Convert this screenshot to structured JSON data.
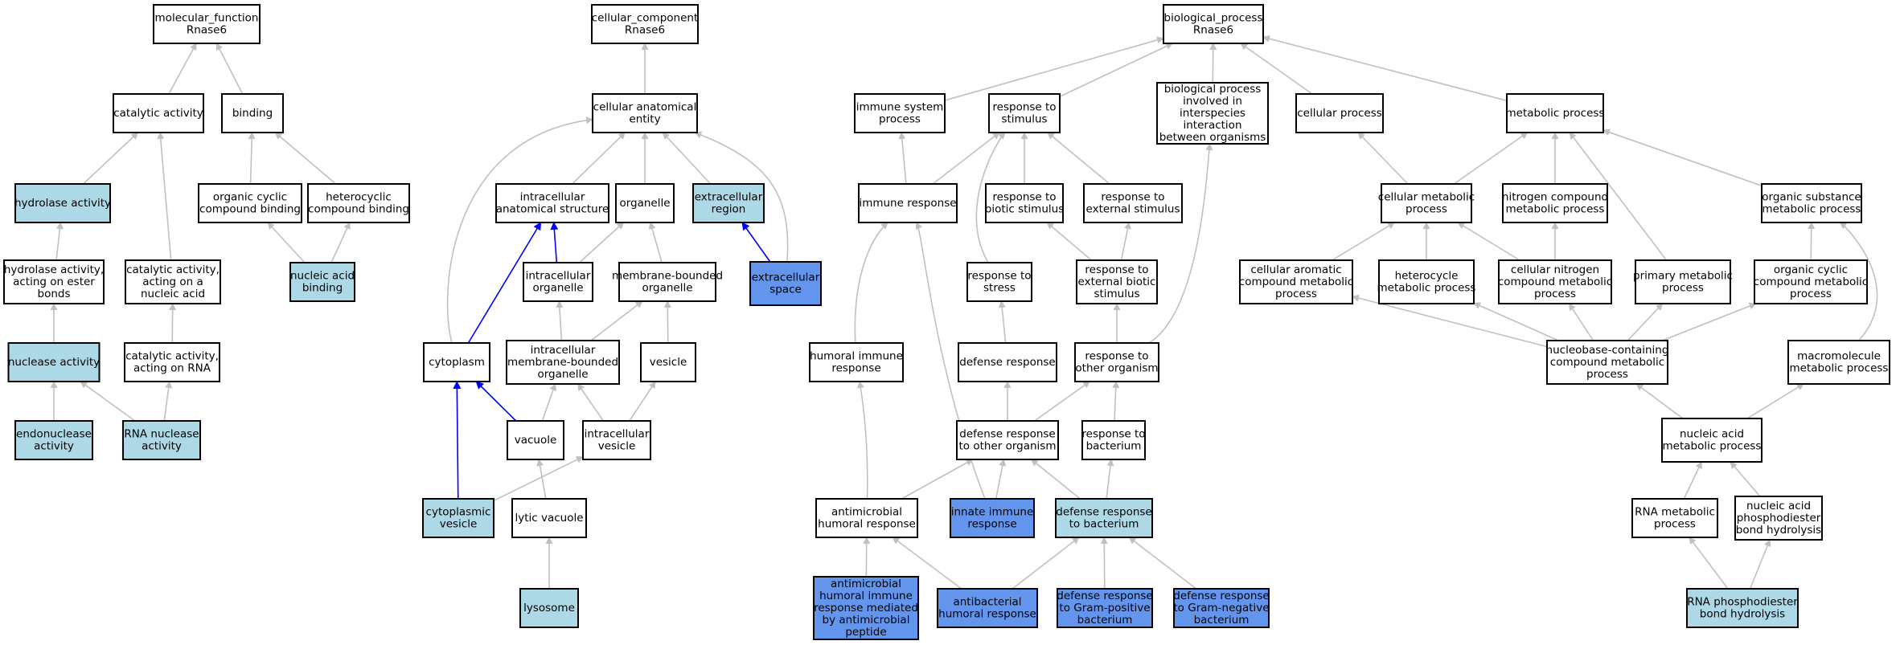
{
  "colors": {
    "default": "#ffffff",
    "light": "#add8e6",
    "dark": "#6495ed",
    "edge_gray": "#c0c0c0",
    "edge_blue": "#0000ff"
  },
  "nodes": [
    {
      "id": "mf",
      "lines": [
        "molecular_function",
        "Rnase6"
      ],
      "fill": "default"
    },
    {
      "id": "cat",
      "lines": [
        "catalytic activity"
      ],
      "fill": "default"
    },
    {
      "id": "bind",
      "lines": [
        "binding"
      ],
      "fill": "default"
    },
    {
      "id": "hyd",
      "lines": [
        "hydrolase activity"
      ],
      "fill": "light"
    },
    {
      "id": "hydest",
      "lines": [
        "hydrolase activity,",
        "acting on ester",
        "bonds"
      ],
      "fill": "default"
    },
    {
      "id": "catna",
      "lines": [
        "catalytic activity,",
        "acting on a",
        "nucleic acid"
      ],
      "fill": "default"
    },
    {
      "id": "ocb",
      "lines": [
        "organic cyclic",
        "compound binding"
      ],
      "fill": "default"
    },
    {
      "id": "hcb",
      "lines": [
        "heterocyclic",
        "compound binding"
      ],
      "fill": "default"
    },
    {
      "id": "nab",
      "lines": [
        "nucleic acid",
        "binding"
      ],
      "fill": "light"
    },
    {
      "id": "nuc",
      "lines": [
        "nuclease activity"
      ],
      "fill": "light"
    },
    {
      "id": "catrna",
      "lines": [
        "catalytic activity,",
        "acting on RNA"
      ],
      "fill": "default"
    },
    {
      "id": "endo",
      "lines": [
        "endonuclease",
        "activity"
      ],
      "fill": "light"
    },
    {
      "id": "rnanuc",
      "lines": [
        "RNA nuclease",
        "activity"
      ],
      "fill": "light"
    },
    {
      "id": "cc",
      "lines": [
        "cellular_component",
        "Rnase6"
      ],
      "fill": "default"
    },
    {
      "id": "cae",
      "lines": [
        "cellular anatomical",
        "entity"
      ],
      "fill": "default"
    },
    {
      "id": "ias",
      "lines": [
        "intracellular",
        "anatomical structure"
      ],
      "fill": "default"
    },
    {
      "id": "org",
      "lines": [
        "organelle"
      ],
      "fill": "default"
    },
    {
      "id": "exr",
      "lines": [
        "extracellular",
        "region"
      ],
      "fill": "light"
    },
    {
      "id": "icorg",
      "lines": [
        "intracellular",
        "organelle"
      ],
      "fill": "default"
    },
    {
      "id": "mbo",
      "lines": [
        "membrane-bounded",
        "organelle"
      ],
      "fill": "default"
    },
    {
      "id": "exs",
      "lines": [
        "extracellular",
        "space"
      ],
      "fill": "dark"
    },
    {
      "id": "cyto",
      "lines": [
        "cytoplasm"
      ],
      "fill": "default"
    },
    {
      "id": "imbo",
      "lines": [
        "intracellular",
        "membrane-bounded",
        "organelle"
      ],
      "fill": "default"
    },
    {
      "id": "ves",
      "lines": [
        "vesicle"
      ],
      "fill": "default"
    },
    {
      "id": "vac",
      "lines": [
        "vacuole"
      ],
      "fill": "default"
    },
    {
      "id": "icv",
      "lines": [
        "intracellular",
        "vesicle"
      ],
      "fill": "default"
    },
    {
      "id": "cytv",
      "lines": [
        "cytoplasmic",
        "vesicle"
      ],
      "fill": "light"
    },
    {
      "id": "lytv",
      "lines": [
        "lytic vacuole"
      ],
      "fill": "default"
    },
    {
      "id": "lyso",
      "lines": [
        "lysosome"
      ],
      "fill": "light"
    },
    {
      "id": "bp",
      "lines": [
        "biological_process",
        "Rnase6"
      ],
      "fill": "default"
    },
    {
      "id": "isp",
      "lines": [
        "immune system",
        "process"
      ],
      "fill": "default"
    },
    {
      "id": "rts",
      "lines": [
        "response to",
        "stimulus"
      ],
      "fill": "default"
    },
    {
      "id": "bpio",
      "lines": [
        "biological process",
        "involved in",
        "interspecies",
        "interaction",
        "between organisms"
      ],
      "fill": "default"
    },
    {
      "id": "cp",
      "lines": [
        "cellular process"
      ],
      "fill": "default"
    },
    {
      "id": "mp",
      "lines": [
        "metabolic process"
      ],
      "fill": "default"
    },
    {
      "id": "ir",
      "lines": [
        "immune response"
      ],
      "fill": "default"
    },
    {
      "id": "rtbs",
      "lines": [
        "response to",
        "biotic stimulus"
      ],
      "fill": "default"
    },
    {
      "id": "rtes",
      "lines": [
        "response to",
        "external stimulus"
      ],
      "fill": "default"
    },
    {
      "id": "rtstress",
      "lines": [
        "response to",
        "stress"
      ],
      "fill": "default"
    },
    {
      "id": "rtebs",
      "lines": [
        "response to",
        "external biotic",
        "stimulus"
      ],
      "fill": "default"
    },
    {
      "id": "hir",
      "lines": [
        "humoral immune",
        "response"
      ],
      "fill": "default"
    },
    {
      "id": "dr",
      "lines": [
        "defense response"
      ],
      "fill": "default"
    },
    {
      "id": "rtoo",
      "lines": [
        "response to",
        "other organism"
      ],
      "fill": "default"
    },
    {
      "id": "drtoo",
      "lines": [
        "defense response",
        "to other organism"
      ],
      "fill": "default"
    },
    {
      "id": "rtb",
      "lines": [
        "response to",
        "bacterium"
      ],
      "fill": "default"
    },
    {
      "id": "ahr",
      "lines": [
        "antimicrobial",
        "humoral response"
      ],
      "fill": "default"
    },
    {
      "id": "iir",
      "lines": [
        "innate immune",
        "response"
      ],
      "fill": "dark"
    },
    {
      "id": "drtb",
      "lines": [
        "defense response",
        "to bacterium"
      ],
      "fill": "light"
    },
    {
      "id": "ahirm",
      "lines": [
        "antimicrobial",
        "humoral immune",
        "response mediated",
        "by antimicrobial",
        "peptide"
      ],
      "fill": "dark"
    },
    {
      "id": "abhr",
      "lines": [
        "antibacterial",
        "humoral response"
      ],
      "fill": "dark"
    },
    {
      "id": "drtgp",
      "lines": [
        "defense response",
        "to Gram-positive",
        "bacterium"
      ],
      "fill": "dark"
    },
    {
      "id": "drtgn",
      "lines": [
        "defense response",
        "to Gram-negative",
        "bacterium"
      ],
      "fill": "dark"
    },
    {
      "id": "cmp",
      "lines": [
        "cellular metabolic",
        "process"
      ],
      "fill": "default"
    },
    {
      "id": "ncmp",
      "lines": [
        "nitrogen compound",
        "metabolic process"
      ],
      "fill": "default"
    },
    {
      "id": "osmp",
      "lines": [
        "organic substance",
        "metabolic process"
      ],
      "fill": "default"
    },
    {
      "id": "cacmp",
      "lines": [
        "cellular aromatic",
        "compound metabolic",
        "process"
      ],
      "fill": "default"
    },
    {
      "id": "hmp",
      "lines": [
        "heterocycle",
        "metabolic process"
      ],
      "fill": "default"
    },
    {
      "id": "cncmp",
      "lines": [
        "cellular nitrogen",
        "compound metabolic",
        "process"
      ],
      "fill": "default"
    },
    {
      "id": "pmp",
      "lines": [
        "primary metabolic",
        "process"
      ],
      "fill": "default"
    },
    {
      "id": "occmp",
      "lines": [
        "organic cyclic",
        "compound metabolic",
        "process"
      ],
      "fill": "default"
    },
    {
      "id": "nbccmp",
      "lines": [
        "nucleobase-containing",
        "compound metabolic",
        "process"
      ],
      "fill": "default"
    },
    {
      "id": "mmp",
      "lines": [
        "macromolecule",
        "metabolic process"
      ],
      "fill": "default"
    },
    {
      "id": "namp",
      "lines": [
        "nucleic acid",
        "metabolic process"
      ],
      "fill": "default"
    },
    {
      "id": "rnamp",
      "lines": [
        "RNA metabolic",
        "process"
      ],
      "fill": "default"
    },
    {
      "id": "napbh",
      "lines": [
        "nucleic acid",
        "phosphodiester",
        "bond hydrolysis"
      ],
      "fill": "default"
    },
    {
      "id": "rnapbh",
      "lines": [
        "RNA phosphodiester",
        "bond hydrolysis"
      ],
      "fill": "light"
    }
  ],
  "edges": [
    {
      "from": "cat",
      "to": "mf"
    },
    {
      "from": "bind",
      "to": "mf"
    },
    {
      "from": "hyd",
      "to": "cat"
    },
    {
      "from": "catna",
      "to": "cat"
    },
    {
      "from": "hydest",
      "to": "hyd"
    },
    {
      "from": "ocb",
      "to": "bind"
    },
    {
      "from": "hcb",
      "to": "bind"
    },
    {
      "from": "nab",
      "to": "ocb"
    },
    {
      "from": "nab",
      "to": "hcb"
    },
    {
      "from": "nuc",
      "to": "hydest"
    },
    {
      "from": "catrna",
      "to": "catna"
    },
    {
      "from": "endo",
      "to": "nuc"
    },
    {
      "from": "rnanuc",
      "to": "nuc"
    },
    {
      "from": "rnanuc",
      "to": "catrna"
    },
    {
      "from": "cae",
      "to": "cc"
    },
    {
      "from": "ias",
      "to": "cae"
    },
    {
      "from": "org",
      "to": "cae"
    },
    {
      "from": "exr",
      "to": "cae"
    },
    {
      "from": "exs",
      "to": "cae"
    },
    {
      "from": "cyto",
      "to": "cae"
    },
    {
      "from": "icorg",
      "to": "ias",
      "color": "blue"
    },
    {
      "from": "icorg",
      "to": "org"
    },
    {
      "from": "mbo",
      "to": "org"
    },
    {
      "from": "exs",
      "to": "exr",
      "color": "blue"
    },
    {
      "from": "cyto",
      "to": "ias",
      "color": "blue"
    },
    {
      "from": "imbo",
      "to": "icorg"
    },
    {
      "from": "imbo",
      "to": "mbo"
    },
    {
      "from": "ves",
      "to": "mbo"
    },
    {
      "from": "vac",
      "to": "cyto",
      "color": "blue"
    },
    {
      "from": "vac",
      "to": "imbo"
    },
    {
      "from": "icv",
      "to": "imbo"
    },
    {
      "from": "icv",
      "to": "ves"
    },
    {
      "from": "cytv",
      "to": "cyto",
      "color": "blue"
    },
    {
      "from": "cytv",
      "to": "icv"
    },
    {
      "from": "lytv",
      "to": "vac"
    },
    {
      "from": "lyso",
      "to": "lytv"
    },
    {
      "from": "isp",
      "to": "bp"
    },
    {
      "from": "rts",
      "to": "bp"
    },
    {
      "from": "bpio",
      "to": "bp"
    },
    {
      "from": "cp",
      "to": "bp"
    },
    {
      "from": "mp",
      "to": "bp"
    },
    {
      "from": "ir",
      "to": "isp"
    },
    {
      "from": "ir",
      "to": "rts"
    },
    {
      "from": "rtbs",
      "to": "rts"
    },
    {
      "from": "rtes",
      "to": "rts"
    },
    {
      "from": "rtstress",
      "to": "rts"
    },
    {
      "from": "rtebs",
      "to": "rtbs"
    },
    {
      "from": "rtebs",
      "to": "rtes"
    },
    {
      "from": "hir",
      "to": "ir"
    },
    {
      "from": "iir",
      "to": "ir"
    },
    {
      "from": "dr",
      "to": "rtstress"
    },
    {
      "from": "rtoo",
      "to": "rtebs"
    },
    {
      "from": "rtoo",
      "to": "bpio"
    },
    {
      "from": "drtoo",
      "to": "dr"
    },
    {
      "from": "drtoo",
      "to": "rtoo"
    },
    {
      "from": "rtb",
      "to": "rtoo"
    },
    {
      "from": "ahr",
      "to": "hir"
    },
    {
      "from": "ahr",
      "to": "drtoo"
    },
    {
      "from": "iir",
      "to": "drtoo"
    },
    {
      "from": "drtb",
      "to": "drtoo"
    },
    {
      "from": "drtb",
      "to": "rtb"
    },
    {
      "from": "ahirm",
      "to": "ahr"
    },
    {
      "from": "abhr",
      "to": "ahr"
    },
    {
      "from": "abhr",
      "to": "drtb"
    },
    {
      "from": "drtgp",
      "to": "drtb"
    },
    {
      "from": "drtgn",
      "to": "drtb"
    },
    {
      "from": "cmp",
      "to": "cp"
    },
    {
      "from": "cmp",
      "to": "mp"
    },
    {
      "from": "ncmp",
      "to": "mp"
    },
    {
      "from": "osmp",
      "to": "mp"
    },
    {
      "from": "pmp",
      "to": "mp"
    },
    {
      "from": "cacmp",
      "to": "cmp"
    },
    {
      "from": "hmp",
      "to": "cmp"
    },
    {
      "from": "cncmp",
      "to": "cmp"
    },
    {
      "from": "cncmp",
      "to": "ncmp"
    },
    {
      "from": "occmp",
      "to": "osmp"
    },
    {
      "from": "mmp",
      "to": "osmp"
    },
    {
      "from": "nbccmp",
      "to": "cacmp"
    },
    {
      "from": "nbccmp",
      "to": "hmp"
    },
    {
      "from": "nbccmp",
      "to": "cncmp"
    },
    {
      "from": "nbccmp",
      "to": "pmp"
    },
    {
      "from": "nbccmp",
      "to": "occmp"
    },
    {
      "from": "namp",
      "to": "nbccmp"
    },
    {
      "from": "namp",
      "to": "mmp"
    },
    {
      "from": "rnamp",
      "to": "namp"
    },
    {
      "from": "napbh",
      "to": "namp"
    },
    {
      "from": "rnapbh",
      "to": "rnamp"
    },
    {
      "from": "rnapbh",
      "to": "napbh"
    }
  ]
}
